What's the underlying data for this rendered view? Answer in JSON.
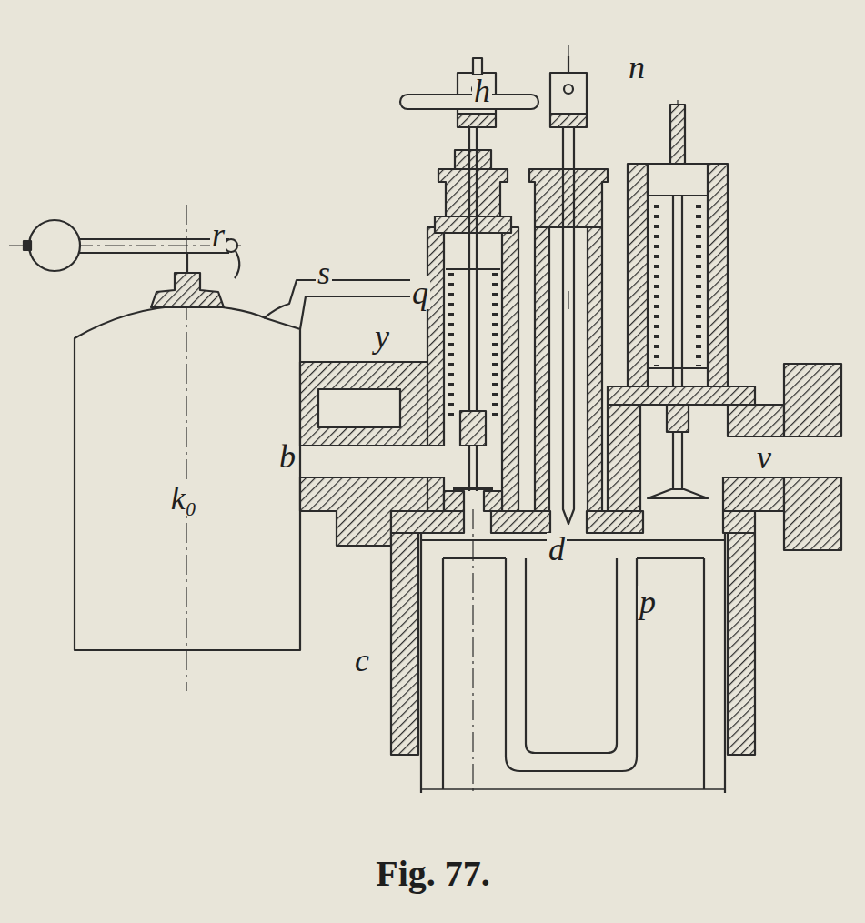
{
  "diagram": {
    "caption": "Fig. 77.",
    "labels": [
      "h",
      "n",
      "r",
      "s",
      "q",
      "y",
      "b",
      "v",
      "d",
      "p",
      "c",
      "k₀"
    ]
  }
}
